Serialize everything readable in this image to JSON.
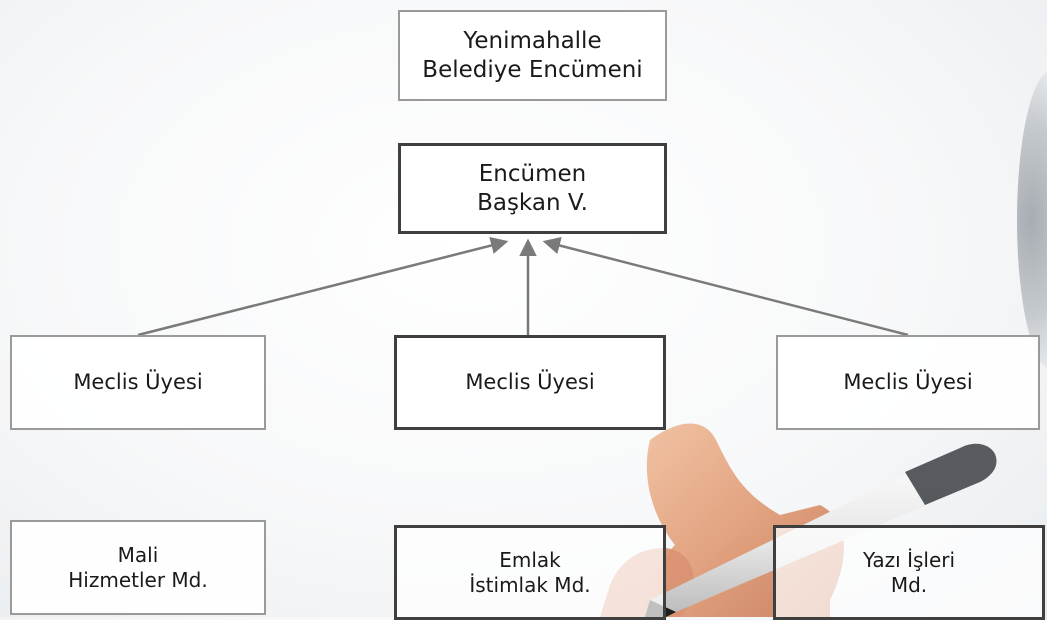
{
  "diagram": {
    "top": {
      "label": "Yenimahalle\nBelediye Encümeni"
    },
    "vice": {
      "label": "Encümen\nBaşkan V."
    },
    "members": [
      {
        "label": "Meclis Üyesi"
      },
      {
        "label": "Meclis Üyesi"
      },
      {
        "label": "Meclis Üyesi"
      }
    ],
    "directorates": [
      {
        "label": "Mali\nHizmetler Md."
      },
      {
        "label": "Emlak\nİstimlak Md."
      },
      {
        "label": "Yazı İşleri\nMd."
      }
    ]
  },
  "colors": {
    "arrow": "#7a7a7a",
    "skin": "#e9b18f",
    "pen": "#f4f4f4"
  }
}
